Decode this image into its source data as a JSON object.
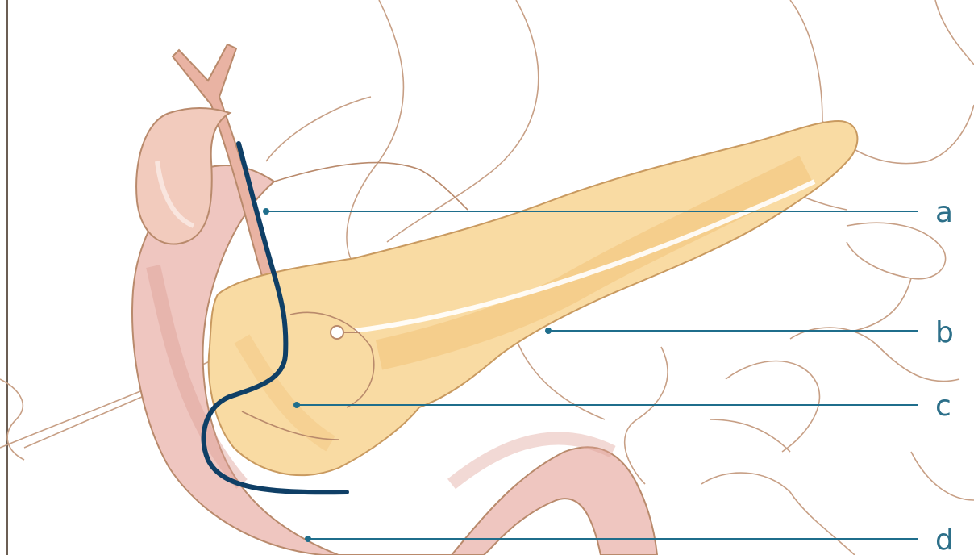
{
  "diagram": {
    "labels": [
      {
        "id": "a",
        "text": "a"
      },
      {
        "id": "b",
        "text": "b"
      },
      {
        "id": "c",
        "text": "c"
      },
      {
        "id": "d",
        "text": "d"
      }
    ],
    "colors": {
      "background": "#ffffff",
      "outline": "#b98a6c",
      "pancreas_fill": "#f9dba3",
      "pancreas_shade": "#f2c27a",
      "duodenum_fill": "#efc6c0",
      "duodenum_shade": "#dea096",
      "gallbladder_fill": "#f2cbbd",
      "duct_fill": "#e9b3a3",
      "stent_line": "#0f3f66",
      "leader_line": "#1f6e8c",
      "label_text": "#2c6f89"
    }
  }
}
